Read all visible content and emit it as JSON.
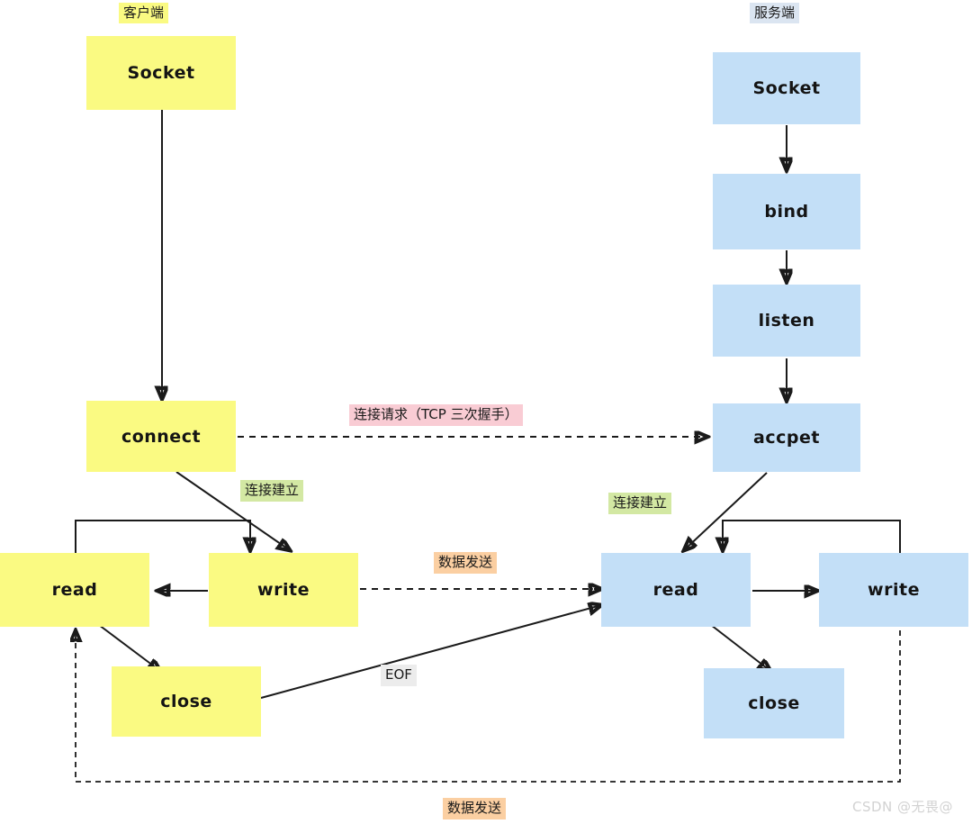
{
  "diagram": {
    "title_client": "客户端",
    "title_server": "服务端",
    "watermark": "CSDN @无畏@"
  },
  "client": {
    "header": "客户端",
    "nodes": [
      {
        "id": "client-socket",
        "label": "Socket"
      },
      {
        "id": "client-connect",
        "label": "connect"
      },
      {
        "id": "client-read",
        "label": "read"
      },
      {
        "id": "client-write",
        "label": "write"
      },
      {
        "id": "client-close",
        "label": "close"
      }
    ]
  },
  "server": {
    "header": "服务端",
    "nodes": [
      {
        "id": "server-socket",
        "label": "Socket"
      },
      {
        "id": "server-bind",
        "label": "bind"
      },
      {
        "id": "server-listen",
        "label": "listen"
      },
      {
        "id": "server-accept",
        "label": "accpet"
      },
      {
        "id": "server-read",
        "label": "read"
      },
      {
        "id": "server-write",
        "label": "write"
      },
      {
        "id": "server-close",
        "label": "close"
      }
    ]
  },
  "labels": {
    "connect_request": "连接请求（TCP 三次握手）",
    "conn_established_client": "连接建立",
    "conn_established_server": "连接建立",
    "data_send_top": "数据发送",
    "eof": "EOF",
    "data_send_bottom": "数据发送"
  },
  "colors": {
    "client_fill": "#fafa82",
    "server_fill": "#c3dff7",
    "header_client_fill": "#fafa82",
    "header_server_fill": "#dbe5f1",
    "label_pink": "#f9ccd4",
    "label_green": "#d3e8a3",
    "label_orange": "#fbcfa2",
    "label_grey": "#ececec",
    "stroke": "#1a1a1a",
    "watermark": "#d2d2d2"
  }
}
